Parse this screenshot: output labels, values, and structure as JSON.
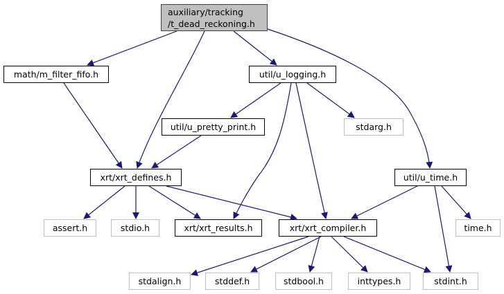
{
  "title": "auxiliary/tracking/t_dead_reckoning.h include dependency graph",
  "colors": {
    "edge": "#191970",
    "root_fill": "#bfbfbf",
    "internal_border": "#000000",
    "external_border": "#bfbfbf"
  },
  "nodes": [
    {
      "id": "root",
      "label_lines": [
        "auxiliary/tracking",
        "/t_dead_reckoning.h"
      ],
      "kind": "root"
    },
    {
      "id": "m_filter_fifo",
      "label": "math/m_filter_fifo.h",
      "kind": "internal"
    },
    {
      "id": "u_logging",
      "label": "util/u_logging.h",
      "kind": "internal"
    },
    {
      "id": "u_pretty_print",
      "label": "util/u_pretty_print.h",
      "kind": "internal"
    },
    {
      "id": "stdarg",
      "label": "stdarg.h",
      "kind": "external"
    },
    {
      "id": "xrt_defines",
      "label": "xrt/xrt_defines.h",
      "kind": "internal"
    },
    {
      "id": "u_time",
      "label": "util/u_time.h",
      "kind": "internal"
    },
    {
      "id": "assert",
      "label": "assert.h",
      "kind": "external"
    },
    {
      "id": "stdio",
      "label": "stdio.h",
      "kind": "external"
    },
    {
      "id": "xrt_results",
      "label": "xrt/xrt_results.h",
      "kind": "internal"
    },
    {
      "id": "xrt_compiler",
      "label": "xrt/xrt_compiler.h",
      "kind": "internal"
    },
    {
      "id": "time",
      "label": "time.h",
      "kind": "external"
    },
    {
      "id": "stdalign",
      "label": "stdalign.h",
      "kind": "external"
    },
    {
      "id": "stddef",
      "label": "stddef.h",
      "kind": "external"
    },
    {
      "id": "stdbool",
      "label": "stdbool.h",
      "kind": "external"
    },
    {
      "id": "inttypes",
      "label": "inttypes.h",
      "kind": "external"
    },
    {
      "id": "stdint",
      "label": "stdint.h",
      "kind": "external"
    }
  ],
  "edges": [
    {
      "from": "root",
      "to": "m_filter_fifo"
    },
    {
      "from": "root",
      "to": "xrt_defines"
    },
    {
      "from": "root",
      "to": "u_logging"
    },
    {
      "from": "root",
      "to": "u_time"
    },
    {
      "from": "m_filter_fifo",
      "to": "xrt_defines"
    },
    {
      "from": "u_logging",
      "to": "u_pretty_print"
    },
    {
      "from": "u_logging",
      "to": "xrt_results"
    },
    {
      "from": "u_logging",
      "to": "xrt_compiler"
    },
    {
      "from": "u_logging",
      "to": "stdarg"
    },
    {
      "from": "u_pretty_print",
      "to": "xrt_defines"
    },
    {
      "from": "xrt_defines",
      "to": "assert"
    },
    {
      "from": "xrt_defines",
      "to": "stdio"
    },
    {
      "from": "xrt_defines",
      "to": "xrt_results"
    },
    {
      "from": "xrt_defines",
      "to": "xrt_compiler"
    },
    {
      "from": "u_time",
      "to": "xrt_compiler"
    },
    {
      "from": "u_time",
      "to": "stdint"
    },
    {
      "from": "u_time",
      "to": "time"
    },
    {
      "from": "xrt_compiler",
      "to": "stdalign"
    },
    {
      "from": "xrt_compiler",
      "to": "stddef"
    },
    {
      "from": "xrt_compiler",
      "to": "stdbool"
    },
    {
      "from": "xrt_compiler",
      "to": "inttypes"
    },
    {
      "from": "xrt_compiler",
      "to": "stdint"
    }
  ]
}
